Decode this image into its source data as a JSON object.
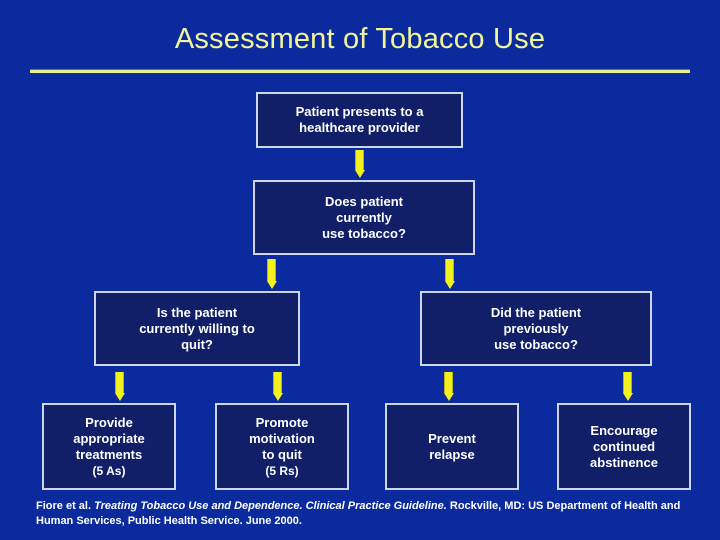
{
  "slide": {
    "title": "Assessment of Tobacco Use",
    "background_color": "#0a2a9e",
    "title_color": "#f2f59a",
    "box_fill_color": "#101f67",
    "box_border_color": "#ccd6e4",
    "arrow_color": "#f2f01e",
    "text_color": "#ffffff"
  },
  "flowchart": {
    "nodes": [
      {
        "id": "patient-presents",
        "lines": [
          "Patient presents to a",
          "healthcare provider"
        ]
      },
      {
        "id": "currently-use",
        "lines": [
          "Does patient",
          "currently",
          "use tobacco?"
        ]
      },
      {
        "id": "willing-to-quit",
        "lines": [
          "Is the patient",
          "currently willing to",
          "quit?"
        ]
      },
      {
        "id": "previously-use",
        "lines": [
          "Did the patient",
          "previously",
          "use tobacco?"
        ]
      },
      {
        "id": "provide-treatments",
        "lines": [
          "Provide",
          "appropriate",
          "treatments"
        ],
        "sub": "(5 As)"
      },
      {
        "id": "promote-motivation",
        "lines": [
          "Promote",
          "motivation",
          "to quit"
        ],
        "sub": "(5 Rs)"
      },
      {
        "id": "prevent-relapse",
        "lines": [
          "Prevent",
          "relapse"
        ]
      },
      {
        "id": "encourage-abstinence",
        "lines": [
          "Encourage",
          "continued",
          "abstinence"
        ]
      }
    ],
    "connector_count": 7
  },
  "citation": {
    "author": "Fiore et al.",
    "title_italic": "Treating Tobacco Use and Dependence. Clinical Practice Guideline.",
    "publisher": "Rockville, MD: US Department of Health and Human Services, Public Health Service. June 2000."
  }
}
